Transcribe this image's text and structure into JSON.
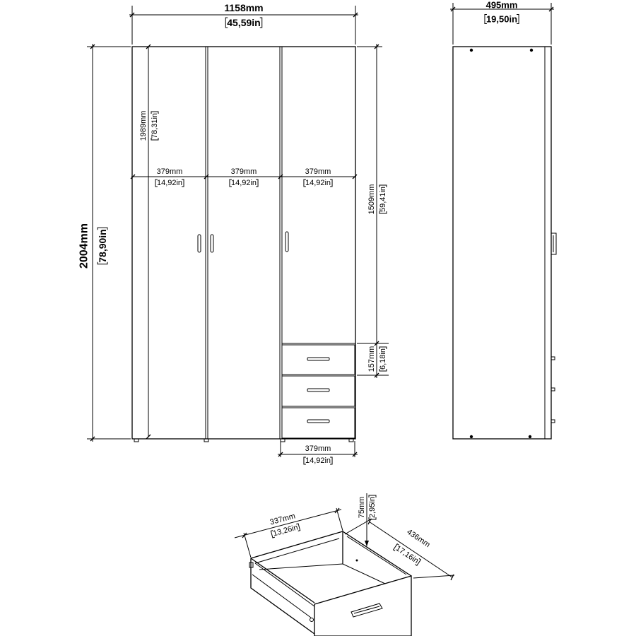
{
  "front_view": {
    "overall_width": {
      "mm": "1158mm",
      "in": "45,59in"
    },
    "overall_height": {
      "mm": "2004mm",
      "in": "78,90in"
    },
    "door_height": {
      "mm": "1989mm",
      "in": "78,31in"
    },
    "door_widths": [
      {
        "mm": "379mm",
        "in": "14,92in"
      },
      {
        "mm": "379mm",
        "in": "14,92in"
      },
      {
        "mm": "379mm",
        "in": "14,92in"
      }
    ],
    "door_section_height": {
      "mm": "1509mm",
      "in": "59,41in"
    },
    "drawer_front_height": {
      "mm": "157mm",
      "in": "6,18in"
    },
    "drawer_front_width": {
      "mm": "379mm",
      "in": "14,92in"
    }
  },
  "side_view": {
    "depth": {
      "mm": "495mm",
      "in": "19,50in"
    }
  },
  "drawer_detail": {
    "width": {
      "mm": "337mm",
      "in": "13,26in"
    },
    "height": {
      "mm": "75mm",
      "in": "2,95in"
    },
    "depth": {
      "mm": "436mm",
      "in": "17,16in"
    }
  },
  "colors": {
    "line": "#000000",
    "background": "#ffffff"
  }
}
